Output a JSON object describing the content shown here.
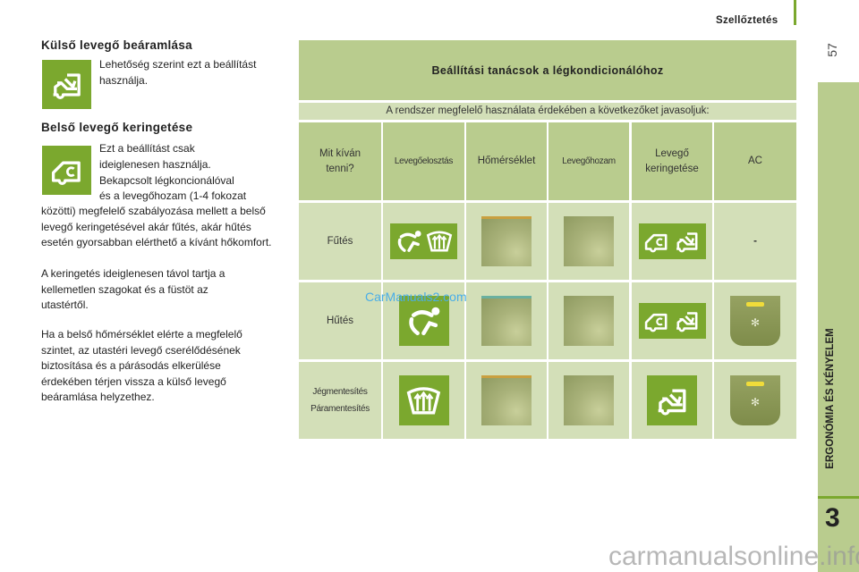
{
  "header": {
    "section": "Szellőztetés",
    "page_number": "57"
  },
  "sidebar": {
    "chapter_title": "ERGONÓMIA ÉS KÉNYELEM",
    "chapter_number": "3"
  },
  "left": {
    "outside_title": "Külső levegő beáramlása",
    "outside_text": "Lehetőség szerint ezt a beállítást használja.",
    "recirc_title": "Belső levegő keringetése",
    "recirc_text1": "Ezt a beállítást csak ideiglenesen használja.",
    "recirc_text2a": "Bekapcsolt légkoncionálóval",
    "recirc_text2b": "és a levegőhozam (1-4 fokozat",
    "recirc_text2c": "közötti) megfelelő szabályozása mellett a belső levegő keringetésével akár fűtés, akár hűtés esetén gyorsabban elérthető a kívánt hőkomfort.",
    "recirc_text3": "A keringetés ideiglenesen távol tartja a kellemetlen szagokat és a füstöt az utastértől.",
    "recirc_text4": "Ha a belső hőmérséklet elérte a megfelelő szintet, az utastéri levegő cserélődésének biztosítása és a párásodás elkerülése érdekében térjen vissza a külső levegő beáramlása helyzethez."
  },
  "table": {
    "title": "Beállítási tanácsok a légkondicionálóhoz",
    "subtitle": "A rendszer megfelelő használata érdekében a következőket javasoljuk:",
    "columns": [
      "Mit kíván tenni?",
      "Levegőelosztás",
      "Hőmérséklet",
      "Levegőhozam",
      "Levegő keringetése",
      "AC"
    ],
    "rows": [
      {
        "label": "Fűtés",
        "ac": "-"
      },
      {
        "label": "Hűtés"
      },
      {
        "label": "Jégmentesítés",
        "label2": "Páramentesítés"
      }
    ]
  },
  "watermarks": {
    "top": "CarManuals2.com",
    "bottom": "carmanualsonline.info"
  },
  "colors": {
    "accent": "#7ba82e",
    "table_dark": "#b9cc8e",
    "table_light": "#d3dfb8"
  }
}
